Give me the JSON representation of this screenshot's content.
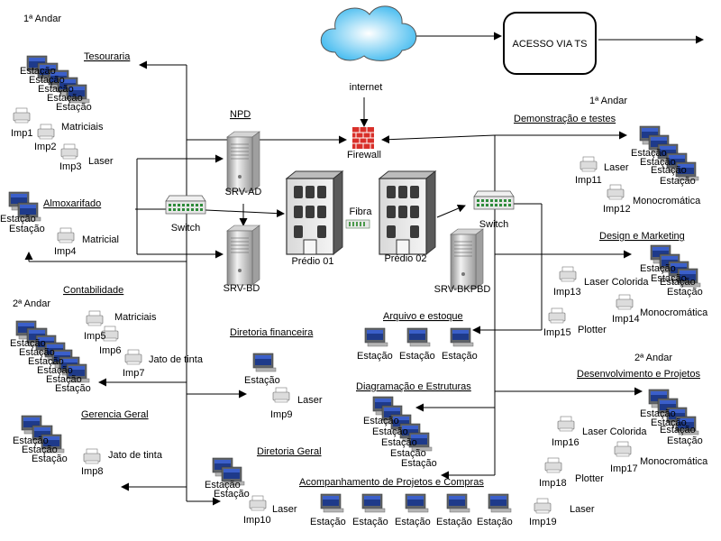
{
  "floors": {
    "left_1": "1ª Andar",
    "left_2": "2ª Andar",
    "right_1": "1ª Andar",
    "right_2": "2ª Andar"
  },
  "departments": {
    "tesouraria": "Tesouraria",
    "almoxarifado": "Almoxarifado",
    "contabilidade": "Contabilidade",
    "gerencia_geral": "Gerencia Geral",
    "npd": "NPD",
    "diretoria_financeira": "Diretoria financeira",
    "diretoria_geral": "Diretoria Geral",
    "demonstracao": "Demonstração e testes",
    "design": "Design e Marketing",
    "arquivo": "Arquivo e estoque",
    "diagramacao": "Diagramação e Estruturas",
    "desenvolvimento": "Desenvolvimento e Projetos",
    "acompanhamento": "Acompanhamento de Projetos e Compras"
  },
  "network": {
    "internet": "internet",
    "firewall": "Firewall",
    "access_ts": "ACESSO VIA TS",
    "switch": "Switch",
    "fibra": "Fibra",
    "predio1": "Prédio 01",
    "predio2": "Prédio 02",
    "srv_ad": "SRV-AD",
    "srv_bd": "SRV-BD",
    "srv_bkpbd": "SRV-BKPBD"
  },
  "station": "Estação",
  "printers": {
    "imp1": "Imp1",
    "imp2": "Imp2",
    "imp3": "Imp3",
    "imp4": "Imp4",
    "imp5": "Imp5",
    "imp6": "Imp6",
    "imp7": "Imp7",
    "imp8": "Imp8",
    "imp9": "Imp9",
    "imp10": "Imp10",
    "imp11": "Imp11",
    "imp12": "Imp12",
    "imp13": "Imp13",
    "imp14": "Imp14",
    "imp15": "Imp15",
    "imp16": "Imp16",
    "imp17": "Imp17",
    "imp18": "Imp18",
    "imp19": "Imp19"
  },
  "printer_types": {
    "matriciais": "Matriciais",
    "laser": "Laser",
    "matricial": "Matricial",
    "jato_de_tinta": "Jato de tinta",
    "laser_colorida": "Laser Colorida",
    "monocromatica": "Monocromática",
    "plotter": "Plotter"
  }
}
